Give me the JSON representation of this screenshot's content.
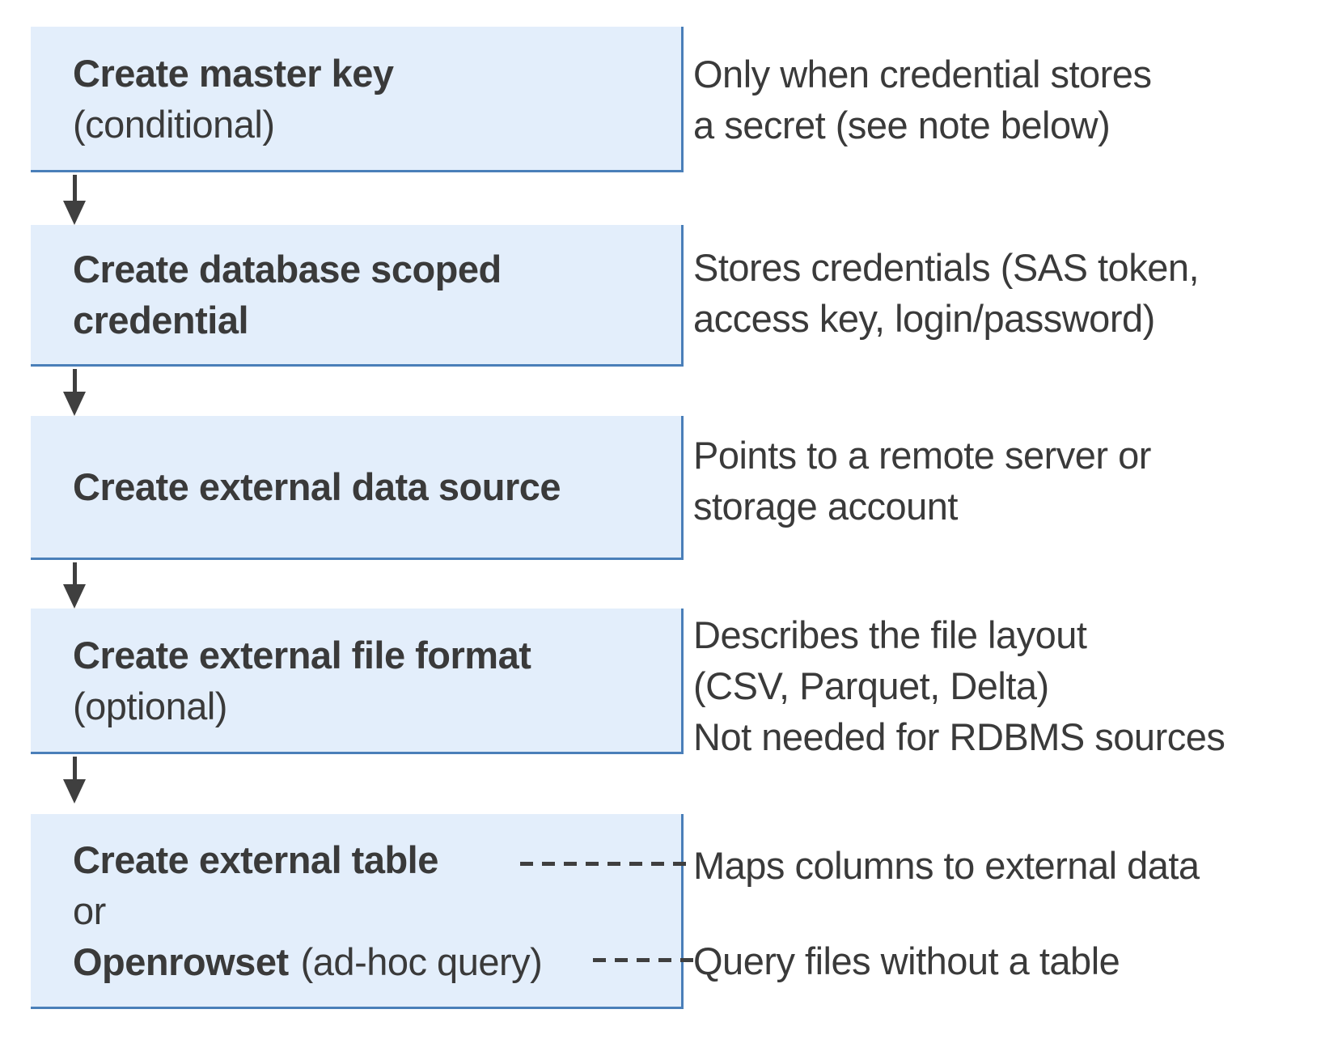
{
  "colors": {
    "box_fill": "#e3eefb",
    "box_border": "#4a7fb9",
    "arrow": "#3f3f3f",
    "text": "#3a3a3a",
    "background": "#ffffff"
  },
  "steps": [
    {
      "title": "Create master key",
      "subtitle": "(conditional)",
      "note_line1": "Only when credential stores",
      "note_line2": "a secret (see note below)"
    },
    {
      "title": "Create database scoped credential",
      "note_line1": "Stores credentials (SAS token,",
      "note_line2": "access key, login/password)"
    },
    {
      "title": "Create external data source",
      "note_line1": "Points to a remote server or",
      "note_line2": "storage account"
    },
    {
      "title": "Create external file format",
      "subtitle": "(optional)",
      "note_line1": "Describes the file layout",
      "note_line2": "(CSV, Parquet, Delta)",
      "note_line3": "Not needed for RDBMS sources"
    },
    {
      "title": "Create external table",
      "or_label": "or",
      "alt_title": "Openrowset",
      "alt_suffix": "(ad-hoc query)",
      "note_table": "Maps columns to external data",
      "note_openrowset": "Query files without a table"
    }
  ]
}
